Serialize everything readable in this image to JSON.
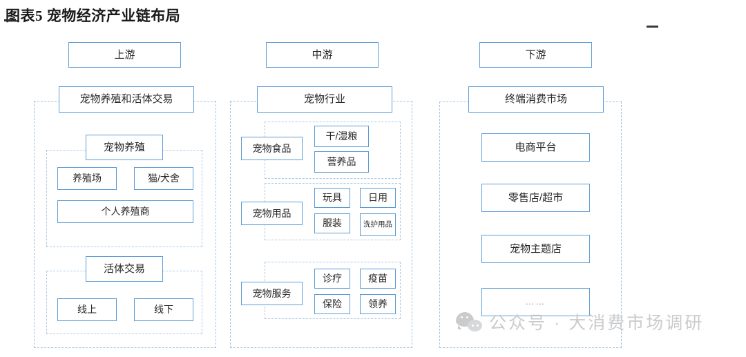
{
  "title": {
    "text": "图表5 宠物经济产业链布局"
  },
  "columns": [
    {
      "key": "upstream",
      "header": "上游",
      "section_title": "宠物养殖和活体交易",
      "groups": [
        {
          "label": "宠物养殖",
          "items": [
            "养殖场",
            "猫/犬舍",
            "个人养殖商"
          ]
        },
        {
          "label": "活体交易",
          "items": [
            "线上",
            "线下"
          ]
        }
      ]
    },
    {
      "key": "midstream",
      "header": "中游",
      "section_title": "宠物行业",
      "groups": [
        {
          "label": "宠物食品",
          "items": [
            "干/湿粮",
            "营养品"
          ]
        },
        {
          "label": "宠物用品",
          "items": [
            "玩具",
            "日用",
            "服装",
            "洗护用品"
          ]
        },
        {
          "label": "宠物服务",
          "items": [
            "诊疗",
            "疫苗",
            "保险",
            "领养"
          ]
        }
      ]
    },
    {
      "key": "downstream",
      "header": "下游",
      "section_title": "终端消费市场",
      "items": [
        "电商平台",
        "零售店/超市",
        "宠物主题店",
        "……"
      ]
    }
  ],
  "watermark": {
    "icon": "wechat-icon",
    "text": "公众号 · 大消费市场调研"
  },
  "colors": {
    "box_border": "#5b9bd5",
    "dashed_border": "#9dc3e6",
    "text": "#262626",
    "watermark": "#c9cbcd"
  }
}
